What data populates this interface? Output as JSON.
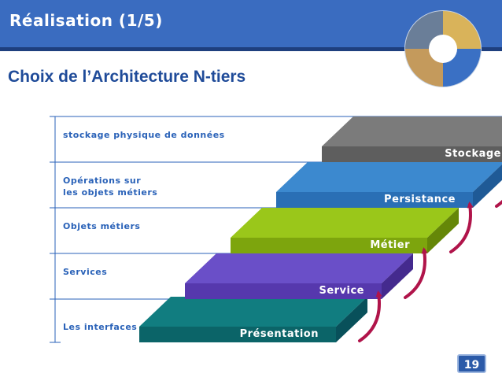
{
  "header": {
    "title": "Réalisation (1/5)"
  },
  "heading": "Choix  de l’Architecture N-tiers",
  "tiers": [
    {
      "step": "Stockage",
      "desc": "stockage physique de données",
      "top": "#7b7b7b",
      "front": "#5e5e5e",
      "side": "#4c4c4c"
    },
    {
      "step": "Persistance",
      "desc": "Opérations sur\nles objets métiers",
      "top": "#3c89cf",
      "front": "#2a6fb5",
      "side": "#1f5a96"
    },
    {
      "step": "Métier",
      "desc": "Objets métiers",
      "top": "#9ac71a",
      "front": "#7da50d",
      "side": "#658708"
    },
    {
      "step": "Service",
      "desc": "Services",
      "top": "#6a4fc8",
      "front": "#5638ad",
      "side": "#442a8e"
    },
    {
      "step": "Présentation",
      "desc": "Les interfaces",
      "top": "#117d80",
      "front": "#0b6468",
      "side": "#08505a"
    }
  ],
  "arrow_color": "#b0144a",
  "page_number": "19"
}
